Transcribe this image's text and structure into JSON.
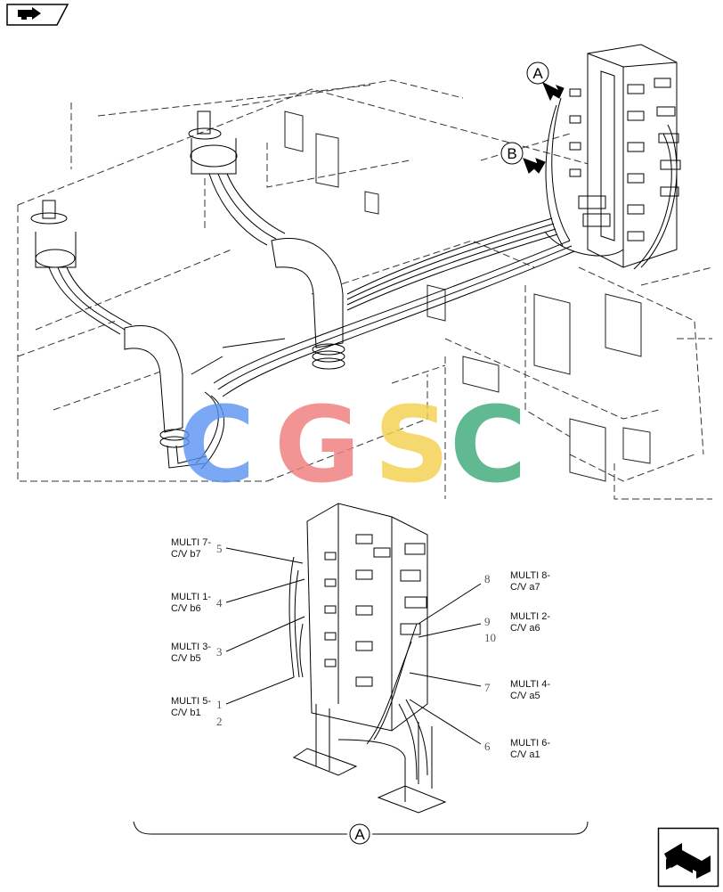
{
  "view_labels": {
    "top_a": "A",
    "top_b": "B",
    "detail_a": "A"
  },
  "callouts": {
    "left": [
      {
        "line1": "MULTI 7-",
        "line2": "C/V b7",
        "num": "5"
      },
      {
        "line1": "MULTI 1-",
        "line2": "C/V b6",
        "num": "4"
      },
      {
        "line1": "MULTI 3-",
        "line2": "C/V b5",
        "num": "3"
      },
      {
        "line1": "MULTI 5-",
        "line2": "C/V b1",
        "num": "1",
        "num2": "2"
      }
    ],
    "right": [
      {
        "line1": "MULTI 8-",
        "line2": "C/V a7",
        "num": "8"
      },
      {
        "line1": "MULTI 2-",
        "line2": "C/V a6",
        "num": "9",
        "num2": "10"
      },
      {
        "line1": "MULTI 4-",
        "line2": "C/V a5",
        "num": "7"
      },
      {
        "line1": "MULTI 6-",
        "line2": "C/V a1",
        "num": "6"
      }
    ]
  },
  "watermark": {
    "text": "CGSC",
    "colors": [
      "#5b93f2",
      "#f07a7a",
      "#f5d04a",
      "#3aa878"
    ]
  },
  "icons": {
    "prev": "previous-page-icon",
    "next": "next-page-icon"
  }
}
